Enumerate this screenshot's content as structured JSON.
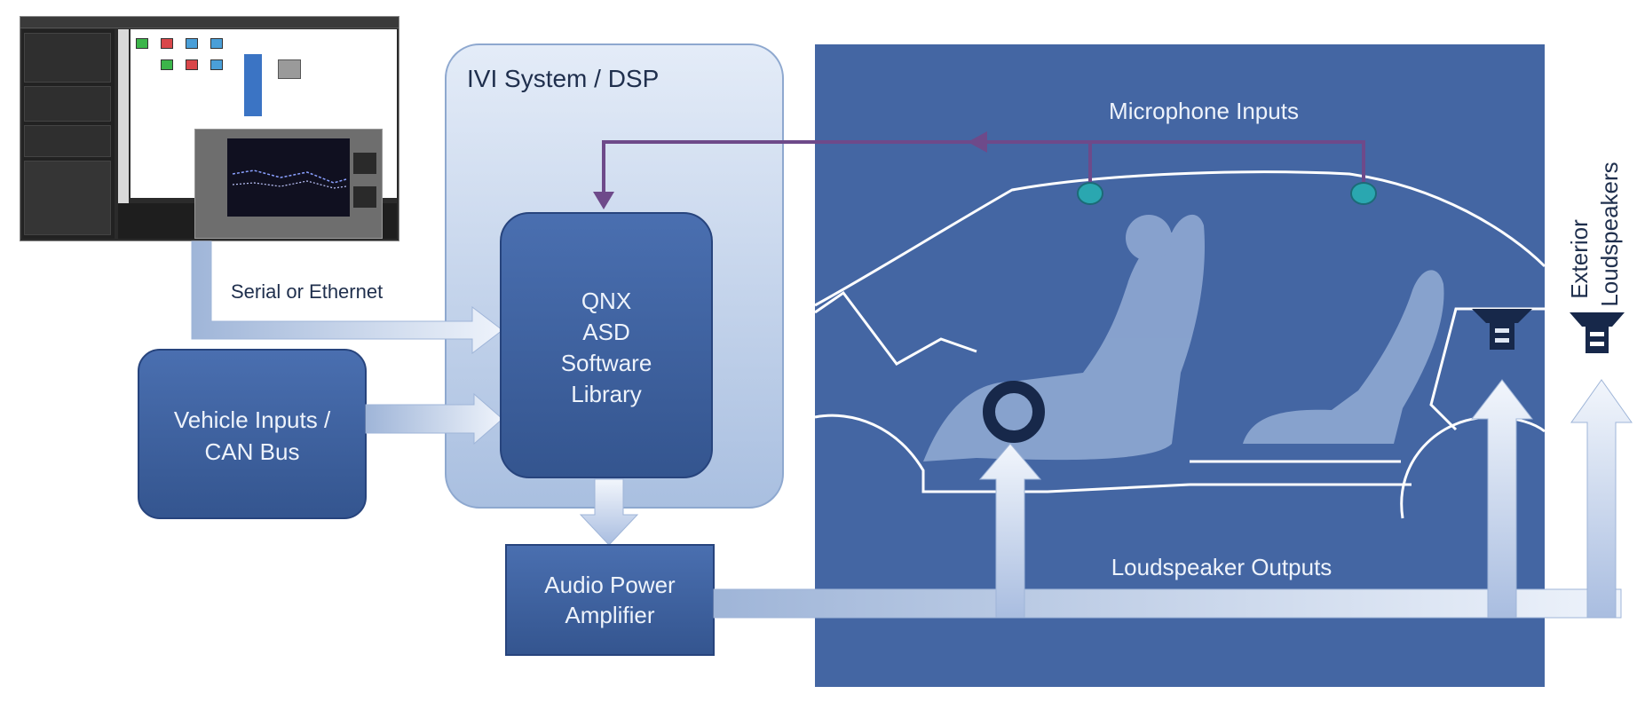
{
  "labels": {
    "ivi_title": "IVI System / DSP",
    "qnx_lines": [
      "QNX",
      "ASD",
      "Software",
      "Library"
    ],
    "vehicle_lines": [
      "Vehicle Inputs /",
      "CAN Bus"
    ],
    "amp_lines": [
      "Audio Power",
      "Amplifier"
    ],
    "serial": "Serial or Ethernet",
    "mic": "Microphone Inputs",
    "loudspeaker_outputs": "Loudspeaker Outputs",
    "exterior_lines": [
      "Exterior",
      "Loudspeakers"
    ]
  },
  "colors": {
    "box_fill": "#3f62a3",
    "box_border": "#27447d",
    "ivi_fill": "#c2d2ea",
    "ivi_border": "#8ea8cf",
    "car_panel": "#4466a3",
    "arrow_light": "#dfe7f4",
    "arrow_mid": "#9fb5d8",
    "mic_line": "#6e4a8a",
    "mic_dot": "#2aa7b0",
    "speaker_dark": "#17284a"
  },
  "icons": [
    "microphone-icon",
    "loudspeaker-icon",
    "exterior-loudspeaker-icon",
    "woofer-icon",
    "tuning-software-screenshot"
  ]
}
